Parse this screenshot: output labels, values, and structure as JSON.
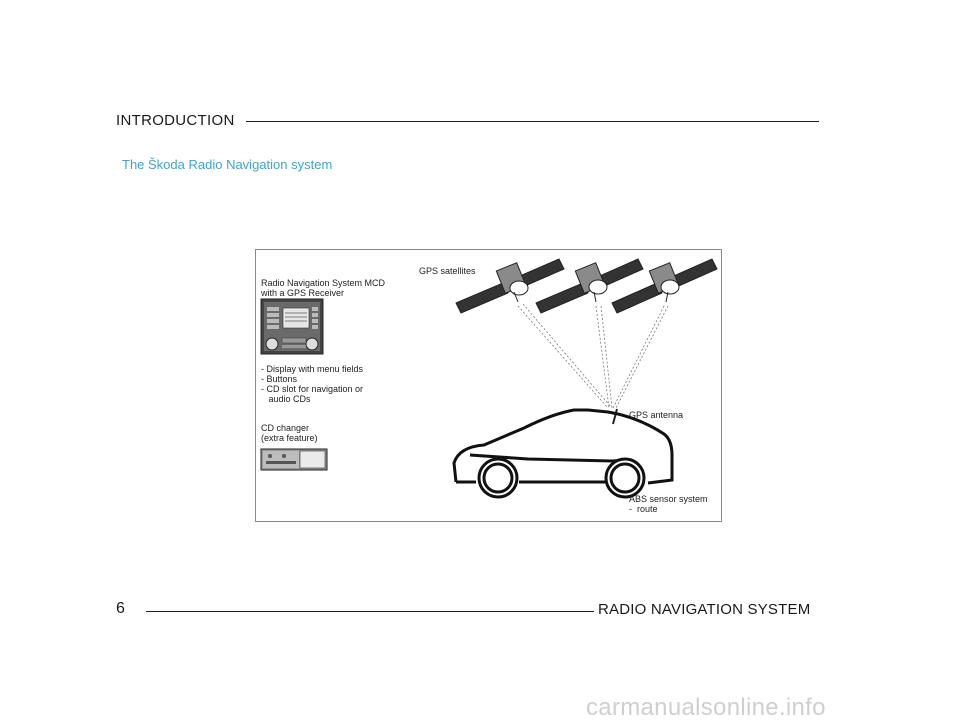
{
  "header": {
    "section_title": "INTRODUCTION",
    "subtitle": "The Škoda Radio Navigation system"
  },
  "figure": {
    "radio_label": "Radio Navigation System MCD\nwith a GPS Receiver",
    "features": "- Display with menu fields\n- Buttons\n- CD slot for navigation or\n   audio CDs",
    "cd_changer_label": "CD changer\n(extra feature)",
    "satellites_label": "GPS satellites",
    "antenna_label": "GPS antenna",
    "abs_label": "ABS sensor system\n-  route"
  },
  "footer": {
    "page_number": "6",
    "title": "RADIO NAVIGATION SYSTEM"
  },
  "watermark": "carmanualsonline.info"
}
